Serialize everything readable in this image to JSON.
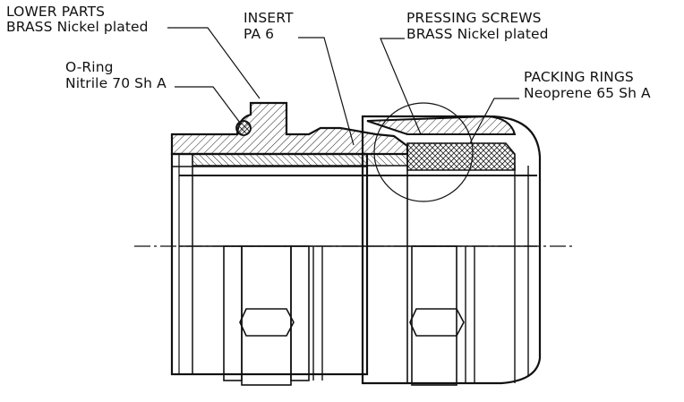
{
  "callouts": {
    "lower_parts": {
      "title": "LOWER PARTS",
      "material": "BRASS Nickel plated"
    },
    "insert": {
      "title": "INSERT",
      "material": "PA 6"
    },
    "pressing_screws": {
      "title": "PRESSING SCREWS",
      "material": "BRASS Nickel plated"
    },
    "o_ring": {
      "title": "O-Ring",
      "material": "Nitrile 70 Sh A"
    },
    "packing_rings": {
      "title": "PACKING RINGS",
      "material": "Neoprene 65 Sh A"
    }
  },
  "colors": {
    "line": "#111111",
    "fill": "#ffffff"
  }
}
